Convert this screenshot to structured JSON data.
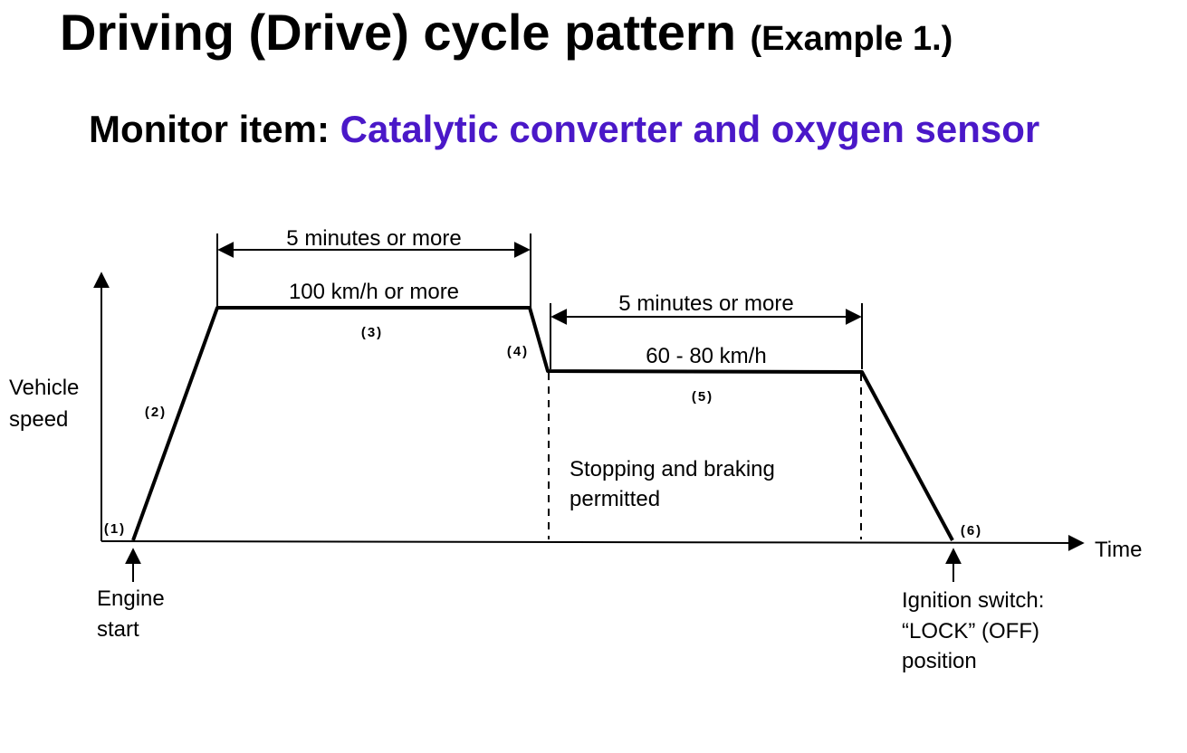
{
  "title": {
    "main": "Driving (Drive) cycle pattern",
    "suffix": "(Example 1.)"
  },
  "monitor": {
    "label": "Monitor item:",
    "value": "Catalytic converter and oxygen sensor"
  },
  "colors": {
    "accent": "#4a18c8",
    "line": "#000000"
  },
  "diagram": {
    "y_axis_label_line1": "Vehicle",
    "y_axis_label_line2": "speed",
    "x_axis_label": "Time",
    "segment3_duration": "5 minutes or more",
    "segment3_speed": "100 km/h or more",
    "segment5_duration": "5 minutes or more",
    "segment5_speed": "60 - 80 km/h",
    "segment5_note_line1": "Stopping and braking",
    "segment5_note_line2": "permitted",
    "step1": "(1)",
    "step2": "(2)",
    "step3": "(3)",
    "step4": "(4)",
    "step5": "(5)",
    "step6": "(6)",
    "engine_start_line1": "Engine",
    "engine_start_line2": "start",
    "ignition_line1": "Ignition switch:",
    "ignition_line2": "“LOCK” (OFF)",
    "ignition_line3": "position"
  }
}
